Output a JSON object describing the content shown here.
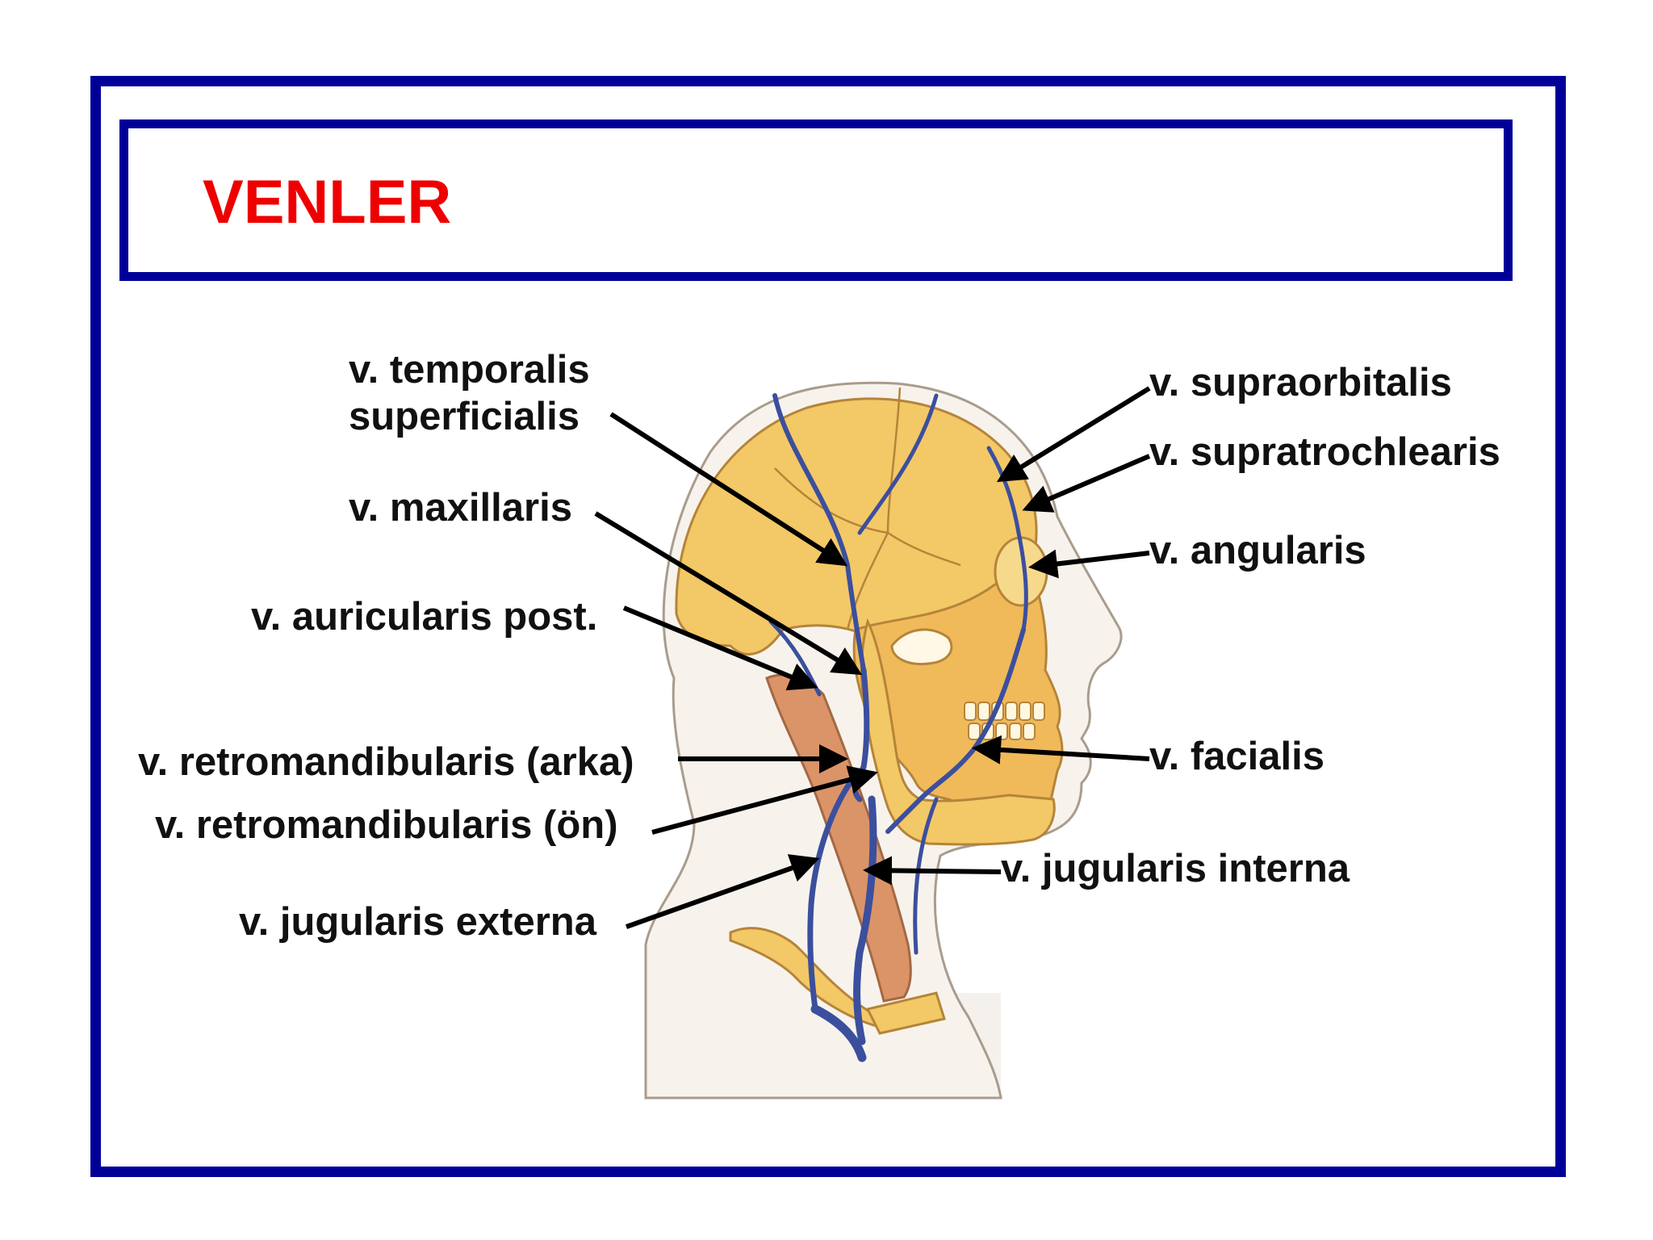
{
  "slide": {
    "title": "VENLER",
    "colors": {
      "frame": "#000099",
      "title": "#ee0000",
      "label_text": "#111111",
      "skull": "#f3c866",
      "vein": "#3b4f9e",
      "muscle": "#d98a5a"
    }
  },
  "labels": {
    "temporalis_line1": "v. temporalis",
    "temporalis_line2": "superficialis",
    "maxillaris": "v. maxillaris",
    "auricularis_post": "v. auricularis post.",
    "retromandibularis_arka": "v. retromandibularis (arka)",
    "retromandibularis_on": "v. retromandibularis (ön)",
    "jugularis_externa": "v. jugularis externa",
    "supraorbitalis": "v. supraorbitalis",
    "supratrochlearis": "v. supratrochlearis",
    "angularis": "v. angularis",
    "facialis": "v. facialis",
    "jugularis_interna": "v. jugularis interna"
  }
}
